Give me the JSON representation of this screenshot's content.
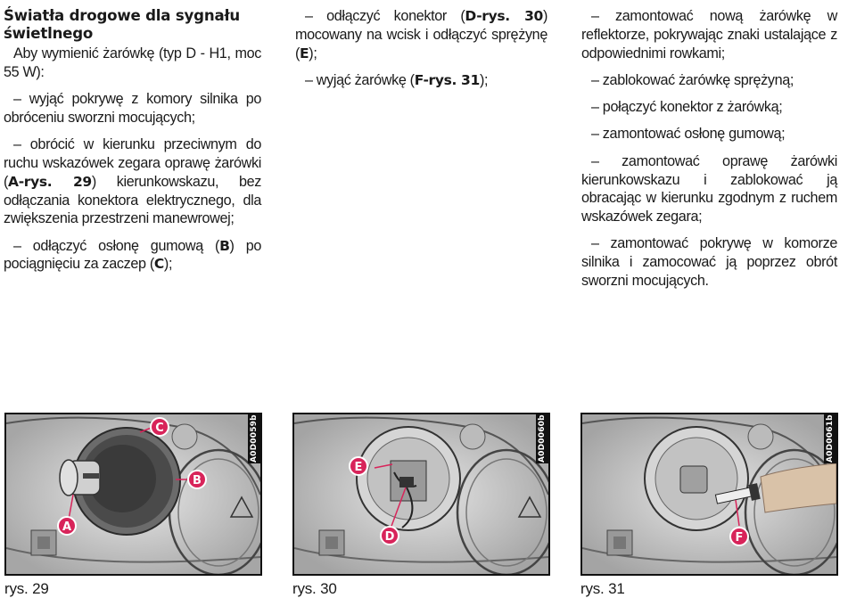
{
  "column1": {
    "heading_line1": "Światła drogowe dla sygnału",
    "heading_line2": "świetlnego",
    "intro": "Aby wymienić żarówkę (typ D - H1, moc 55 W):",
    "step1": "– wyjąć pokrywę z komory silnika po obróceniu sworzni mocujących;",
    "step2_pre": "– obrócić w kierunku przeciwnym do ruchu wskazówek zegara oprawę żarówki (",
    "step2_ref": "A-rys. 29",
    "step2_post": ") kierunkowskazu, bez odłączania konektora elektrycznego, dla zwiększenia przestrzeni manewrowej;",
    "step3_pre": "– odłączyć osłonę gumową (",
    "step3_ref1": "B",
    "step3_mid": ") po pociągnięciu za zaczep (",
    "step3_ref2": "C",
    "step3_post": ");"
  },
  "column2": {
    "step4_pre": "– odłączyć konektor (",
    "step4_ref1": "D-rys. 30",
    "step4_mid": ") mocowany na wcisk i odłączyć sprężynę (",
    "step4_ref2": "E",
    "step4_post": ");",
    "step5_pre": "– wyjąć żarówkę (",
    "step5_ref": "F-rys. 31",
    "step5_post": ");"
  },
  "column3": {
    "step6": "– zamontować nową żarówkę w reflektorze, pokrywając znaki ustalające z odpowiednimi rowkami;",
    "step7": "– zablokować żarówkę sprężyną;",
    "step8": "– połączyć konektor z żarówką;",
    "step9": "– zamontować osłonę gumową;",
    "step10": "– zamontować oprawę żarówki kierunkowskazu i zablokować ją obracając w kierunku zgodnym z ruchem wskazówek zegara;",
    "step11": "– zamontować pokrywę w komorze silnika i zamocować ją poprzez obrót sworzni mocujących."
  },
  "figures": [
    {
      "code": "A0D0059b",
      "caption": "rys. 29",
      "labels": [
        "A",
        "B",
        "C"
      ]
    },
    {
      "code": "A0D0060b",
      "caption": "rys. 30",
      "labels": [
        "D",
        "E"
      ]
    },
    {
      "code": "A0D0061b",
      "caption": "rys. 31",
      "labels": [
        "F"
      ]
    }
  ],
  "colors": {
    "callout": "#d8245a",
    "text": "#1a1a1a"
  }
}
